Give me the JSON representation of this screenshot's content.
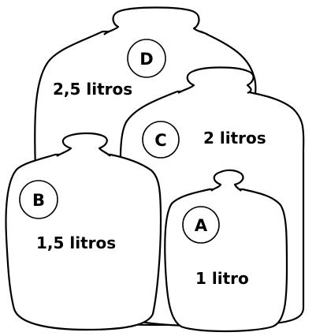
{
  "containers": [
    {
      "id": "D",
      "letter": "D",
      "volume": "2,5 litros"
    },
    {
      "id": "C",
      "letter": "C",
      "volume": "2 litros"
    },
    {
      "id": "B",
      "letter": "B",
      "volume": "1,5 litros"
    },
    {
      "id": "A",
      "letter": "A",
      "volume": "1 litro"
    }
  ],
  "colors": {
    "stroke": "#000000",
    "fill": "#ffffff"
  }
}
